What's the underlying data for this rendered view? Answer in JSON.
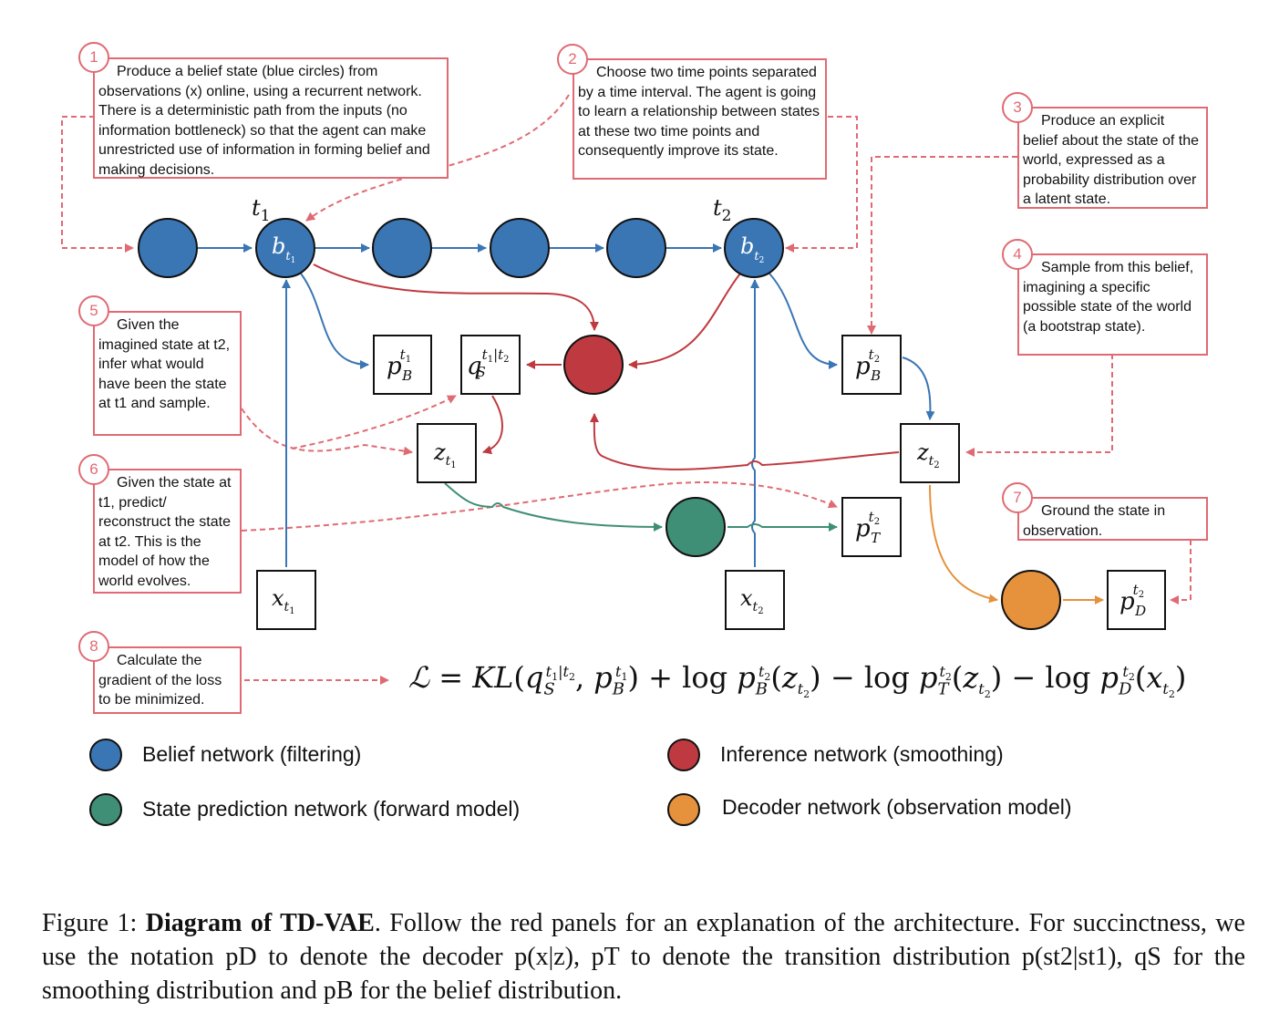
{
  "panels": [
    {
      "number": "1",
      "text": "Produce a belief state (blue circles) from observations (x) online, using a recurrent network. There is a deterministic path from the inputs (no information bottleneck) so that the agent can make unrestricted use of information in forming belief and making decisions."
    },
    {
      "number": "2",
      "text": "Choose two time points separated by a time interval. The agent is going to learn a relationship between states at these two time points and consequently improve its state."
    },
    {
      "number": "3",
      "text": "Produce an explicit belief about the state of the world, expressed as a probability distribution over a latent state."
    },
    {
      "number": "4",
      "text": "Sample from this belief, imagining a specific possible state of the world (a bootstrap state)."
    },
    {
      "number": "5",
      "text": "Given the imagined state at t2, infer what would have been the state at t1 and sample."
    },
    {
      "number": "6",
      "text": "Given the state at t1, predict/ reconstruct the state at t2. This is the model of how the world evolves."
    },
    {
      "number": "7",
      "text": "Ground the state in observation."
    },
    {
      "number": "8",
      "text": "Calculate the gradient of the loss to be minimized."
    }
  ],
  "nodes": {
    "t1_label": "t1",
    "t2_label": "t2",
    "b_t1": "bt1",
    "b_t2": "bt2",
    "pB_t1": "pB^t1",
    "qS": "qS^t1|t2",
    "pB_t2": "pB^t2",
    "z_t1": "zt1",
    "z_t2": "zt2",
    "pT_t2": "pT^t2",
    "x_t1": "xt1",
    "x_t2": "xt2",
    "pD_t2": "pD^t2"
  },
  "loss_formula": "ℒ = KL(qS^t1|t2, pB^t1) + log pB^t2(zt2) − log pT^t2(zt2) − log pD^t2(xt2)",
  "legend": [
    {
      "label": "Belief network (filtering)",
      "color": "#3a76b4"
    },
    {
      "label": "Inference network (smoothing)",
      "color": "#bf3a40"
    },
    {
      "label": "State prediction network (forward model)",
      "color": "#3f8f76"
    },
    {
      "label": "Decoder network (observation model)",
      "color": "#e6913c"
    }
  ],
  "caption": {
    "prefix": "Figure 1: ",
    "lead": "Diagram of TD-VAE",
    "body": ". Follow the red panels for an explanation of the architecture. For succinctness, we use the notation pD to denote the decoder p(x|z), pT to denote the transition distribution p(st2|st1), qS for the smoothing distribution and pB for the belief distribution."
  },
  "colors": {
    "belief": "#3a76b4",
    "inference": "#bf3a40",
    "prediction": "#3f8f76",
    "decoder": "#e6913c",
    "panel_red": "#e06a73"
  }
}
